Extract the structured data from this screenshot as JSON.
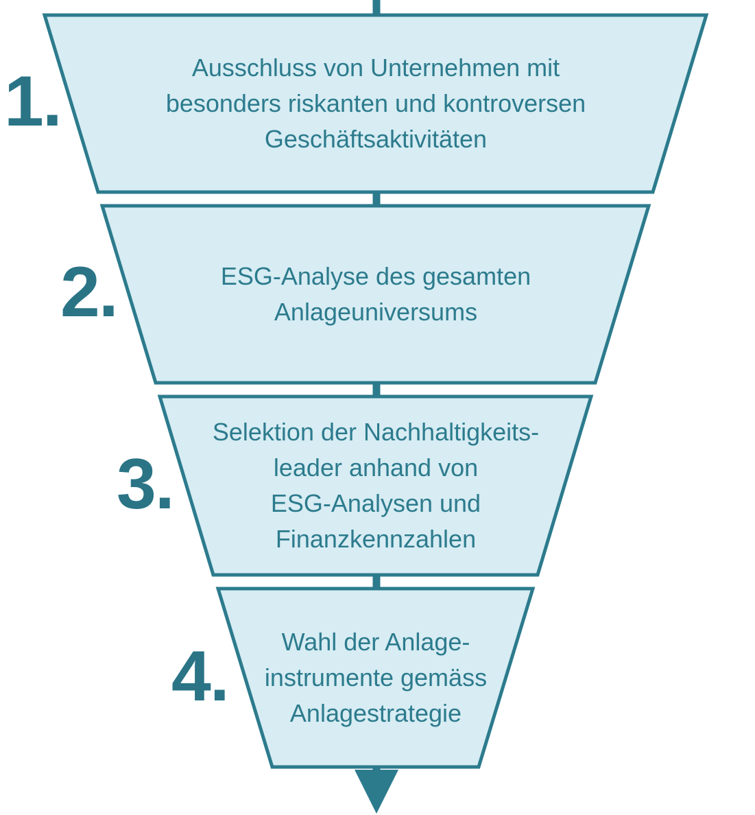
{
  "diagram": {
    "kind": "investment-selection-funnel",
    "language": "de"
  },
  "colors": {
    "fill": "#d7ecf3",
    "stroke": "#2c7b8d",
    "text": "#2c7b8d",
    "number": "#2a7486"
  },
  "icons": {
    "arrow_down": "arrow-down-icon"
  },
  "stages": [
    {
      "number": "1.",
      "text": "Ausschluss von Unternehmen mit\nbesonders riskanten und kontroversen\nGeschäftsaktivitäten"
    },
    {
      "number": "2.",
      "text": "ESG-Analyse des gesamten\nAnlageuniversums"
    },
    {
      "number": "3.",
      "text": "Selektion der Nachhaltigkeits-\nleader anhand von\nESG-Analysen und\nFinanzkennzahlen"
    },
    {
      "number": "4.",
      "text": "Wahl der Anlage-\ninstrumente gemäss\nAnlagestrategie"
    }
  ]
}
